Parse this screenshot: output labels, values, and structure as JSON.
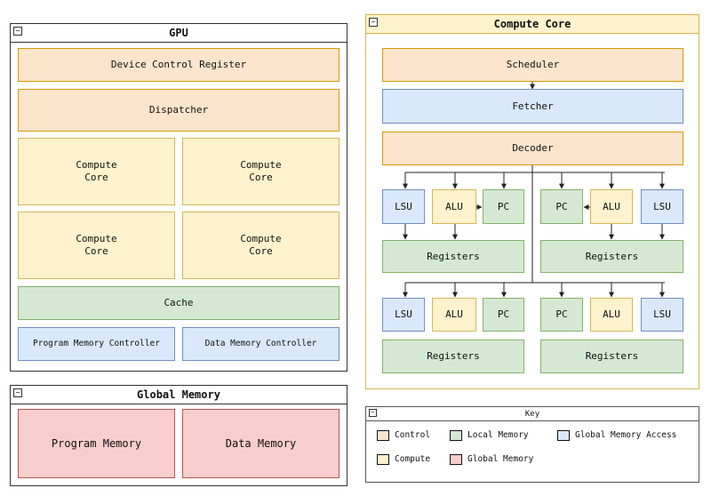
{
  "gpu": {
    "title": "GPU",
    "device_control_register": "Device Control Register",
    "dispatcher": "Dispatcher",
    "compute_core_label": "Compute\nCore",
    "cache": "Cache",
    "program_memory_controller": "Program Memory Controller",
    "data_memory_controller": "Data Memory Controller"
  },
  "global_memory": {
    "title": "Global Memory",
    "program_memory": "Program Memory",
    "data_memory": "Data Memory"
  },
  "compute_core": {
    "title": "Compute Core",
    "scheduler": "Scheduler",
    "fetcher": "Fetcher",
    "decoder": "Decoder",
    "lsu": "LSU",
    "alu": "ALU",
    "pc": "PC",
    "registers": "Registers"
  },
  "key": {
    "title": "Key",
    "control": "Control",
    "local_memory": "Local Memory",
    "global_memory_access": "Global Memory Access",
    "compute": "Compute",
    "global_memory": "Global Memory"
  },
  "colors": {
    "control": "#fde4cc",
    "compute": "#fff2cc",
    "local_memory": "#d5e8d4",
    "global_memory_access": "#dae8fc",
    "global_memory": "#f8cecc"
  }
}
